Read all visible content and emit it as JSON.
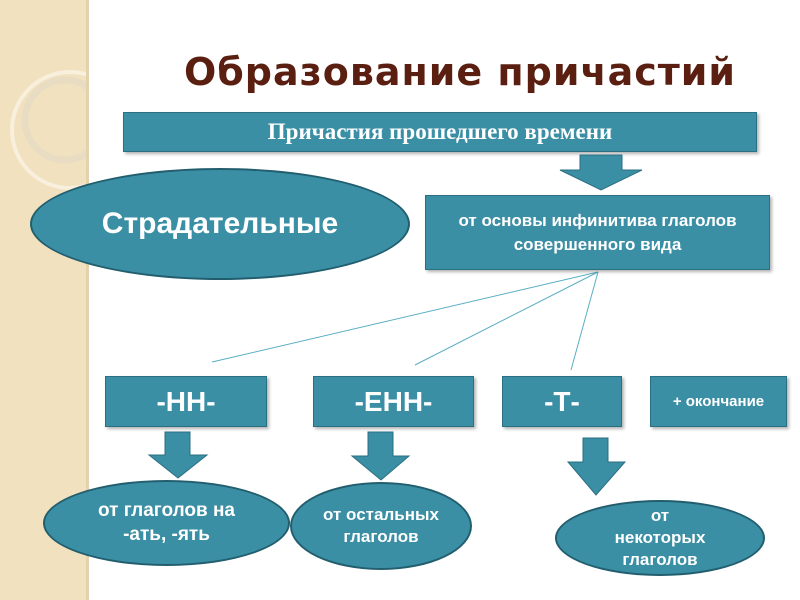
{
  "title": "Образование причастий",
  "banner": "Причастия прошедшего времени",
  "category": "Страдательные",
  "source": "от основы инфинитива глаголов совершенного вида",
  "suffixes": [
    {
      "label": "-НН-",
      "note": "от глаголов на -ать, -ять"
    },
    {
      "label": "-ЕНН-",
      "note": "от остальных глаголов"
    },
    {
      "label": "-Т-",
      "note": "от некоторых глаголов"
    }
  ],
  "ending": "+ окончание",
  "colors": {
    "fill": "#3a8fa5",
    "title": "#5a1f10"
  }
}
